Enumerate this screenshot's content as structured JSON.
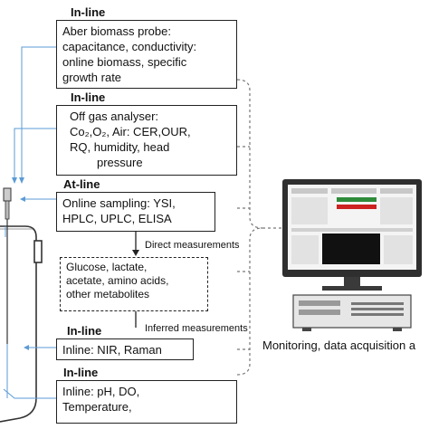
{
  "sections": [
    {
      "header": "In-line",
      "lines": [
        "Aber biomass probe:",
        "capacitance, conductivity:",
        "online biomass, specific",
        "growth rate"
      ]
    },
    {
      "header": "In-line",
      "lines": [
        "Off gas analyser:",
        "Co₂,O₂, Air: CER,OUR,",
        "RQ, humidity, head",
        "pressure"
      ]
    },
    {
      "header": "At-line",
      "lines": [
        "Online sampling: YSI,",
        "HPLC, UPLC, ELISA"
      ]
    },
    {
      "header": "In-line",
      "lines": [
        "Inline: NIR, Raman"
      ]
    },
    {
      "header": "In-line",
      "lines": [
        "Inline: pH, DO,",
        "Temperature,"
      ]
    }
  ],
  "metabolites": {
    "lines": [
      "Glucose, lactate,",
      "acetate, amino acids,",
      "other metabolites"
    ]
  },
  "notes": {
    "direct": "Direct measurements",
    "inferred": "Inferred measurements"
  },
  "caption": "Monitoring, data acquisition a",
  "colors": {
    "wire": "#5b9bd5",
    "bracket": "#777777",
    "screen_bg": "#f4f4f4",
    "green": "#2e8b3a",
    "red": "#cc2222"
  }
}
